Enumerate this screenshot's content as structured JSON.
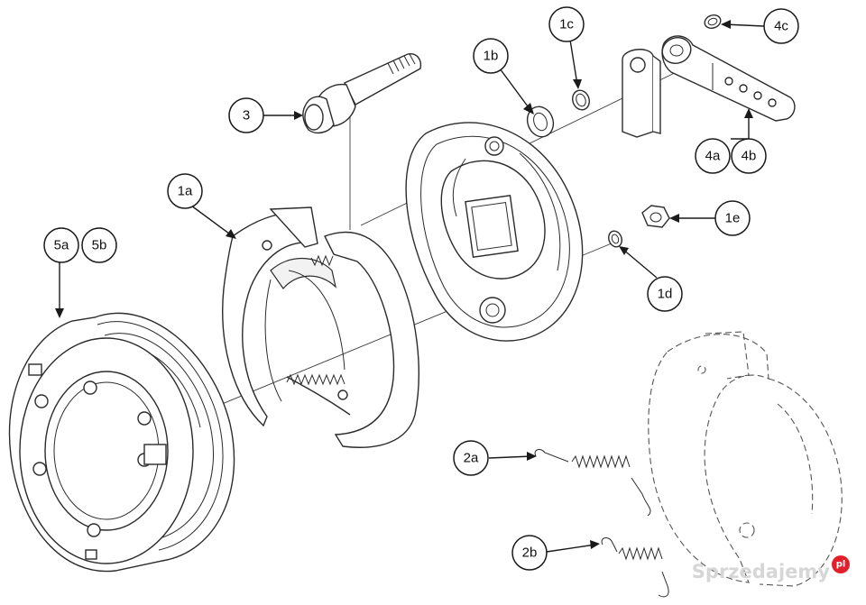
{
  "diagram": {
    "callouts": [
      {
        "id": "c3",
        "label": "3"
      },
      {
        "id": "c1a",
        "label": "1a"
      },
      {
        "id": "c1b",
        "label": "1b"
      },
      {
        "id": "c1c",
        "label": "1c"
      },
      {
        "id": "c4c",
        "label": "4c"
      },
      {
        "id": "c4a",
        "label": "4a"
      },
      {
        "id": "c4b",
        "label": "4b"
      },
      {
        "id": "c1e",
        "label": "1e"
      },
      {
        "id": "c1d",
        "label": "1d"
      },
      {
        "id": "c5a",
        "label": "5a"
      },
      {
        "id": "c5b",
        "label": "5b"
      },
      {
        "id": "c2a",
        "label": "2a"
      },
      {
        "id": "c2b",
        "label": "2b"
      }
    ]
  },
  "watermark": {
    "text": "Sprzedajemy",
    "suffix": "pl",
    "accent_color": "#e2202b"
  }
}
